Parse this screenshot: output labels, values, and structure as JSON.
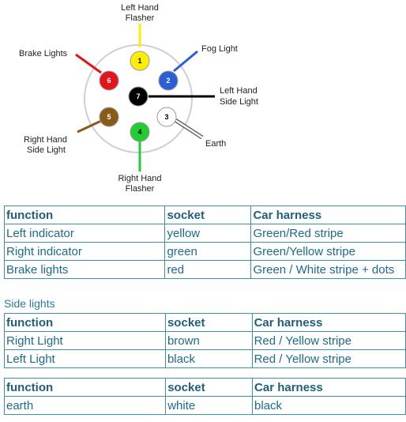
{
  "diagram": {
    "labels": {
      "left_flasher": [
        "Left Hand",
        "Flasher"
      ],
      "fog_light": "Fog Light",
      "brake_lights": "Brake Lights",
      "left_side_light": [
        "Left Hand",
        "Side Light"
      ],
      "right_side_light": [
        "Right Hand",
        "Side Light"
      ],
      "earth": "Earth",
      "right_flasher": [
        "Right Hand",
        "Flasher"
      ]
    },
    "pins": [
      {
        "number": "1",
        "color": "#ffee00"
      },
      {
        "number": "2",
        "color": "#2a5fd6"
      },
      {
        "number": "3",
        "color": "#ffffff"
      },
      {
        "number": "4",
        "color": "#22cc33"
      },
      {
        "number": "5",
        "color": "#8a5a17"
      },
      {
        "number": "6",
        "color": "#e4141c"
      },
      {
        "number": "7",
        "color": "#000000"
      }
    ]
  },
  "indicators_table": {
    "header": [
      "function",
      "socket",
      "Car harness"
    ],
    "rows": [
      [
        "Left indicator",
        "yellow",
        "Green/Red stripe"
      ],
      [
        "Right indicator",
        "green",
        "Green/Yellow stripe"
      ],
      [
        "Brake lights",
        "red",
        "Green / White stripe + dots"
      ]
    ]
  },
  "side_lights_caption": "Side lights",
  "side_lights_table": {
    "header": [
      "function",
      "socket",
      "Car harness"
    ],
    "rows": [
      [
        "Right Light",
        "brown",
        "Red / Yellow stripe"
      ],
      [
        "Left Light",
        "black",
        "Red / Yellow stripe"
      ]
    ]
  },
  "earth_table": {
    "header": [
      "function",
      "socket",
      "Car harness"
    ],
    "rows": [
      [
        "earth",
        "white",
        "black"
      ]
    ]
  }
}
